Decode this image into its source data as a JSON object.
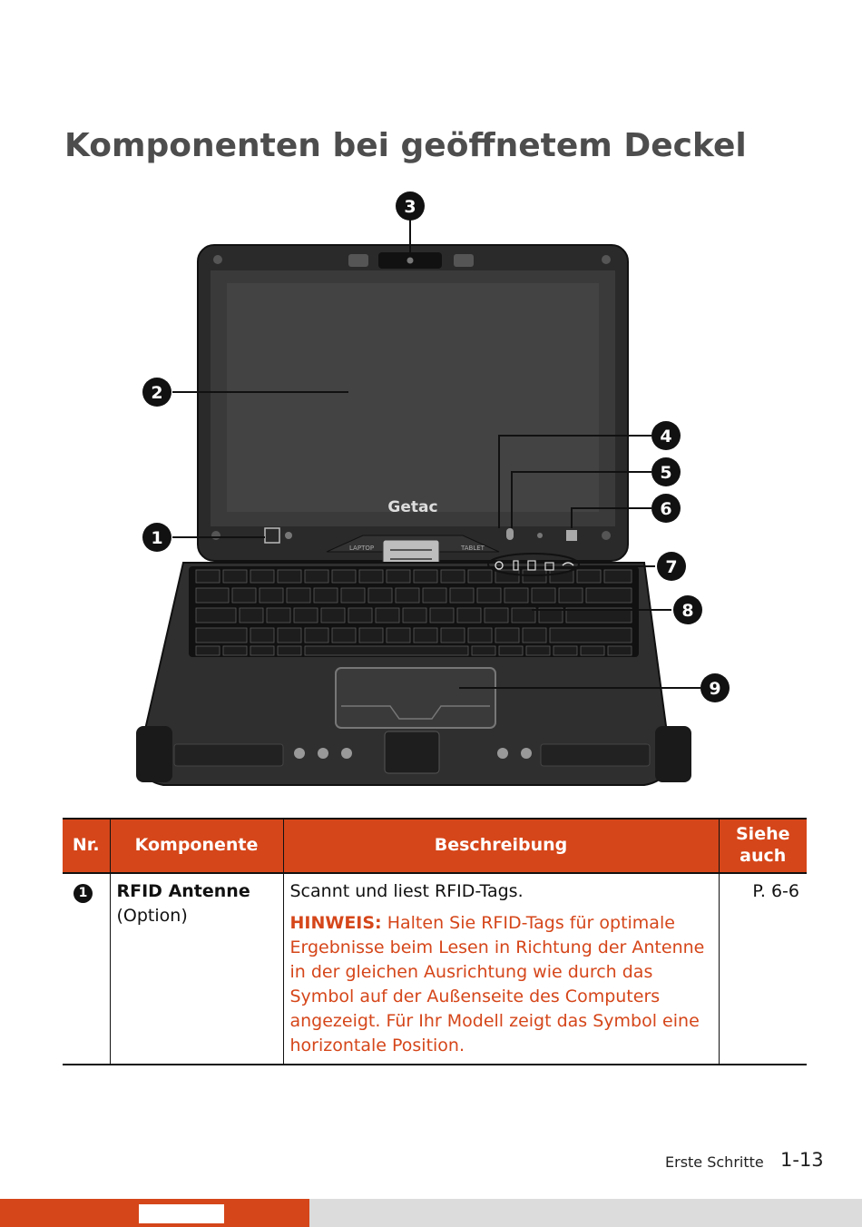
{
  "page": {
    "title": "Komponenten bei geöffnetem Deckel",
    "footer_section": "Erste Schritte",
    "footer_page": "1-13",
    "accent_color": "#d5461a"
  },
  "figure": {
    "brand_logo": "Getac",
    "hinge_label_left": "LAPTOP",
    "hinge_label_right": "TABLET",
    "callouts": [
      "1",
      "2",
      "3",
      "4",
      "5",
      "6",
      "7",
      "8",
      "9"
    ],
    "icons": [
      "rfid-icon",
      "webcam-icon",
      "microphone-icon",
      "windows-icon",
      "power-icon",
      "battery-icon",
      "drive-icon",
      "lock-icon",
      "wifi-icon"
    ]
  },
  "table": {
    "headers": {
      "nr": "Nr.",
      "component": "Komponente",
      "description": "Beschreibung",
      "see_also": "Siehe auch"
    },
    "rows": [
      {
        "nr": "1",
        "component": "RFID Antenne",
        "component_note": "(Option)",
        "description": "Scannt und liest RFID-Tags.",
        "note_label": "HINWEIS:",
        "note_text": "Halten Sie RFID-Tags für optimale Ergebnisse beim Lesen in Richtung der Antenne in der gleichen Ausrichtung wie durch das Symbol auf der Außenseite des Computers angezeigt. Für Ihr Modell zeigt das Symbol eine horizontale Position.",
        "see_also": "P. 6-6"
      }
    ]
  }
}
